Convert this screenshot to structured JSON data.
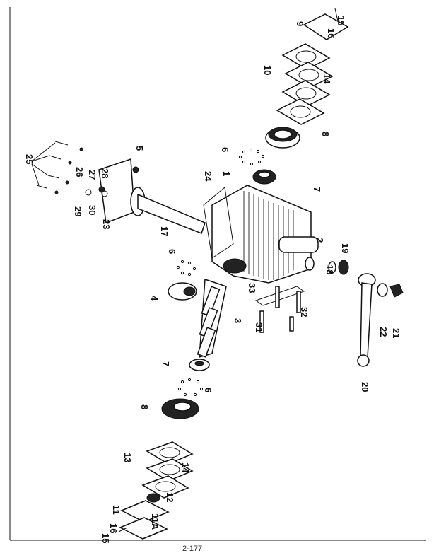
{
  "figure": {
    "footer": "2-177",
    "callouts": [
      {
        "id": "15a",
        "text": "15"
      },
      {
        "id": "16a",
        "text": "16"
      },
      {
        "id": "9",
        "text": "9"
      },
      {
        "id": "10",
        "text": "10"
      },
      {
        "id": "14a",
        "text": "14"
      },
      {
        "id": "8a",
        "text": "8"
      },
      {
        "id": "6a",
        "text": "6"
      },
      {
        "id": "7a",
        "text": "7"
      },
      {
        "id": "5",
        "text": "5"
      },
      {
        "id": "25",
        "text": "25"
      },
      {
        "id": "26",
        "text": "26"
      },
      {
        "id": "27",
        "text": "27"
      },
      {
        "id": "28",
        "text": "28"
      },
      {
        "id": "29",
        "text": "29"
      },
      {
        "id": "30",
        "text": "30"
      },
      {
        "id": "23",
        "text": "23"
      },
      {
        "id": "17",
        "text": "17"
      },
      {
        "id": "24",
        "text": "24"
      },
      {
        "id": "1",
        "text": "1"
      },
      {
        "id": "2",
        "text": "2"
      },
      {
        "id": "19",
        "text": "19"
      },
      {
        "id": "18",
        "text": "18"
      },
      {
        "id": "33",
        "text": "33"
      },
      {
        "id": "32",
        "text": "32"
      },
      {
        "id": "31",
        "text": "31"
      },
      {
        "id": "4",
        "text": "4"
      },
      {
        "id": "3",
        "text": "3"
      },
      {
        "id": "6b",
        "text": "6"
      },
      {
        "id": "7b",
        "text": "7"
      },
      {
        "id": "6c",
        "text": "6"
      },
      {
        "id": "8b",
        "text": "8"
      },
      {
        "id": "13",
        "text": "13"
      },
      {
        "id": "14b",
        "text": "14"
      },
      {
        "id": "12",
        "text": "12"
      },
      {
        "id": "11",
        "text": "11"
      },
      {
        "id": "11A",
        "text": "11A"
      },
      {
        "id": "15b",
        "text": "15"
      },
      {
        "id": "16b",
        "text": "16"
      },
      {
        "id": "20",
        "text": "20"
      },
      {
        "id": "22",
        "text": "22"
      },
      {
        "id": "21",
        "text": "21"
      }
    ]
  }
}
